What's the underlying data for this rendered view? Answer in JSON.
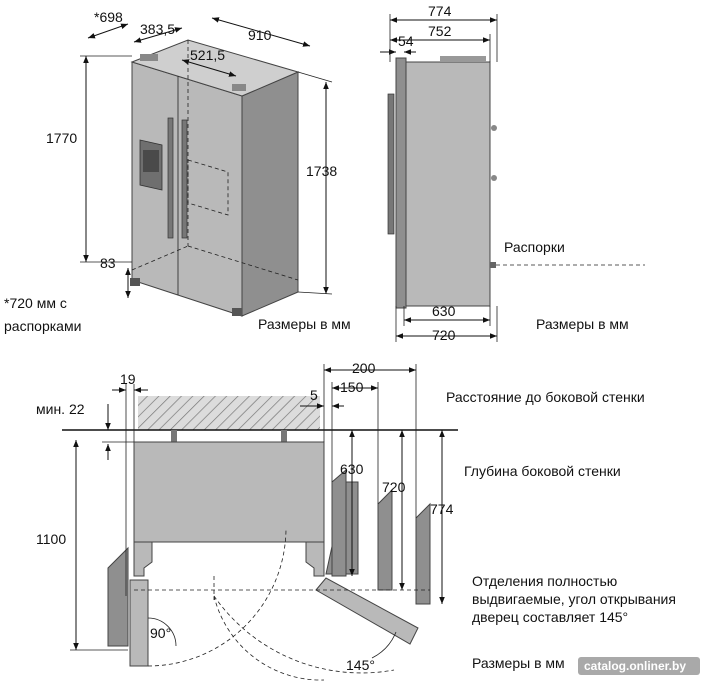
{
  "top_left_view": {
    "dims": {
      "depth_star": "*698",
      "offset_a": "383,5",
      "offset_b": "521,5",
      "width": "910",
      "height_total": "1770",
      "height_body": "1738",
      "foot": "83"
    },
    "note_line1": "*720 мм с",
    "note_line2": "распорками",
    "units": "Размеры в мм"
  },
  "top_right_view": {
    "dims": {
      "total_depth": "774",
      "body_depth": "752",
      "door_depth": "54",
      "depth_a": "630",
      "depth_b": "720"
    },
    "spacers_label": "Распорки",
    "units": "Размеры в мм"
  },
  "bottom_view": {
    "dims": {
      "gap": "19",
      "min_label": "мин. 22",
      "d200": "200",
      "d150": "150",
      "d5": "5",
      "d1100": "1100",
      "d630": "630",
      "d720": "720",
      "d774": "774",
      "angle_90": "90°",
      "angle_145": "145°"
    },
    "label_side_wall_distance": "Расстояние до боковой стенки",
    "label_side_wall_depth": "Глубина боковой стенки",
    "label_drawers_1": "Отделения полностью",
    "label_drawers_2": "выдвигаемые, угол открывания",
    "label_drawers_3": "дверец составляет 145°",
    "units": "Размеры в мм"
  },
  "watermark": "catalog.onliner.by"
}
